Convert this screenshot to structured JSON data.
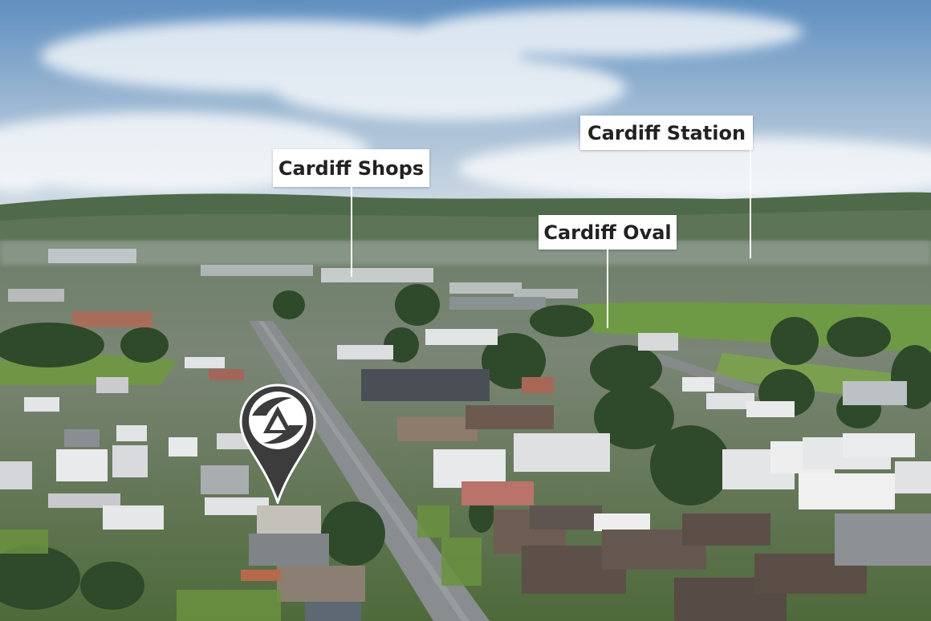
{
  "callouts": {
    "shops": "Cardiff Shops",
    "station": "Cardiff Station",
    "oval": "Cardiff Oval"
  },
  "icons": {
    "pin": "location-pin-icon"
  },
  "colors": {
    "label_bg": "#ffffff",
    "label_text": "#222222",
    "pin": "#3c3c3c"
  }
}
